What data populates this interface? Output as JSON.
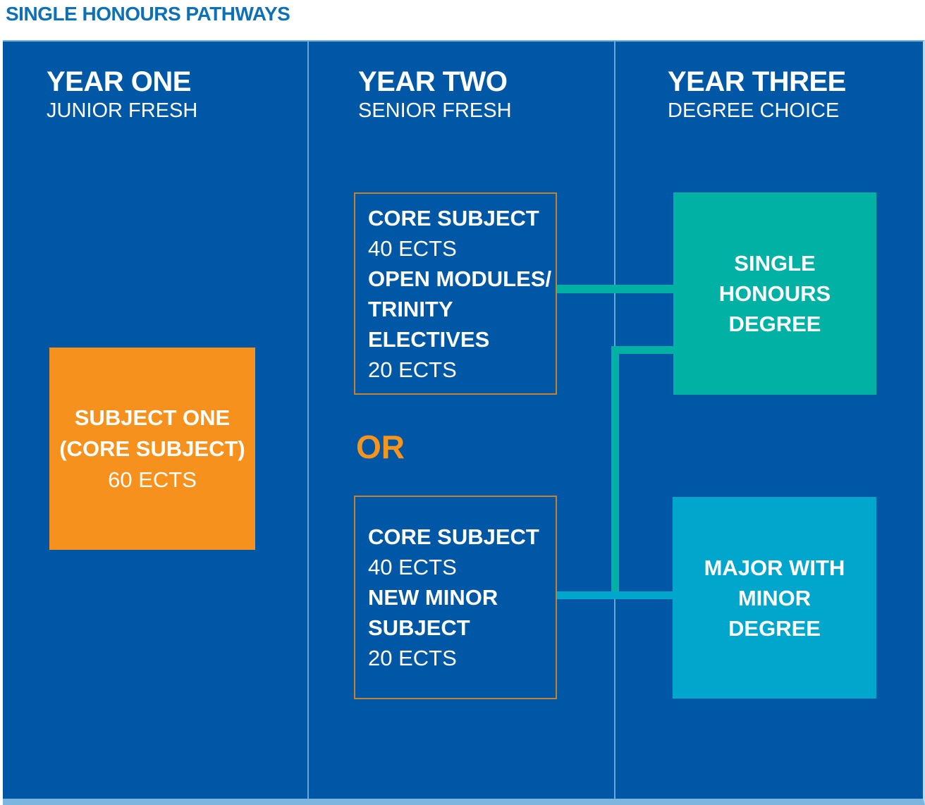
{
  "title": "SINGLE HONOURS PATHWAYS",
  "colors": {
    "title_blue": "#0E71B8",
    "panel_blue": "#0057A5",
    "divider_blue": "#66A7DA",
    "panel_top_border": "#6FAEDD",
    "panel_right_border": "#B9DCF2",
    "panel_bottom_border": "#7CB6DF",
    "orange": "#F7941D",
    "box_fill_orange": "#F7911D",
    "box_border_orange": "#C2832B",
    "teal": "#00B1A4",
    "cyan": "#00A6CB"
  },
  "columns": [
    {
      "heading": "YEAR ONE",
      "subheading": "JUNIOR FRESH"
    },
    {
      "heading": "YEAR TWO",
      "subheading": "SENIOR FRESH"
    },
    {
      "heading": "YEAR THREE",
      "subheading": "DEGREE CHOICE"
    }
  ],
  "year_one": {
    "subject_one_box": {
      "line1": "SUBJECT ONE",
      "line2": "(CORE SUBJECT)",
      "line3": "60 ECTS"
    }
  },
  "year_two": {
    "option1_box": {
      "line1": "CORE SUBJECT",
      "line2": "40 ECTS",
      "line3": "OPEN MODULES/",
      "line4": "TRINITY",
      "line5": "ELECTIVES",
      "line6": "20 ECTS"
    },
    "or_label": "OR",
    "option2_box": {
      "line1": "CORE SUBJECT",
      "line2": "40 ECTS",
      "line3": "NEW MINOR",
      "line4": "SUBJECT",
      "line5": "20 ECTS"
    }
  },
  "year_three": {
    "single_honours_box": {
      "line1": "SINGLE",
      "line2": "HONOURS",
      "line3": "DEGREE"
    },
    "major_minor_box": {
      "line1": "MAJOR WITH",
      "line2": "MINOR",
      "line3": "DEGREE"
    }
  }
}
